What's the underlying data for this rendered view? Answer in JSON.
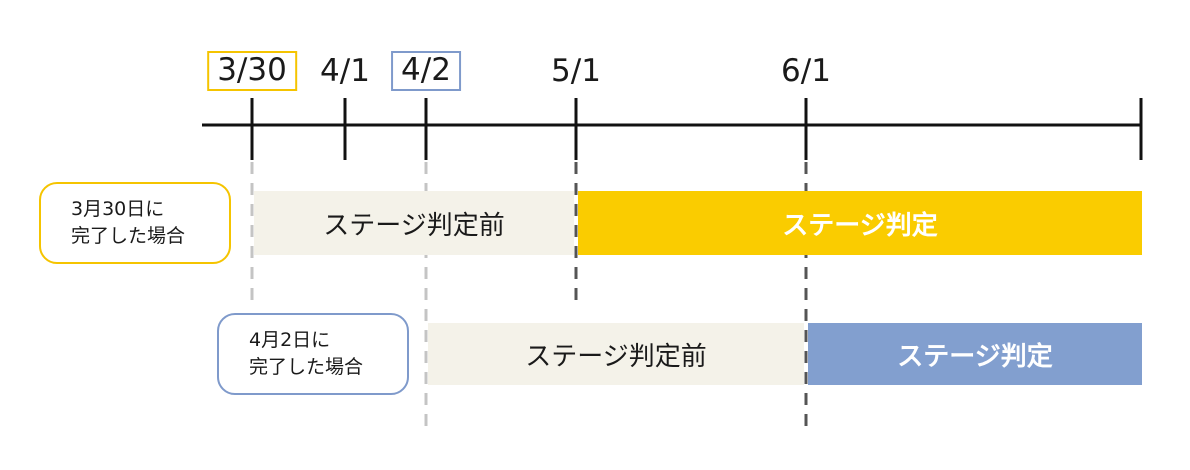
{
  "timeline": {
    "dates": [
      {
        "label": "3/30",
        "highlight": "yellow"
      },
      {
        "label": "4/1",
        "highlight": ""
      },
      {
        "label": "4/2",
        "highlight": "blue"
      },
      {
        "label": "5/1",
        "highlight": ""
      },
      {
        "label": "6/1",
        "highlight": ""
      }
    ]
  },
  "cases": [
    {
      "label_line1": "3月30日に",
      "label_line2": "完了した場合",
      "color": "#f5c400",
      "pre_label": "ステージ判定前",
      "judge_label": "ステージ判定",
      "judge_color": "#facc00"
    },
    {
      "label_line1": "4月2日に",
      "label_line2": "完了した場合",
      "color": "#7f9acb",
      "pre_label": "ステージ判定前",
      "judge_label": "ステージ判定",
      "judge_color": "#829fcf"
    }
  ],
  "colors": {
    "axis": "#111111",
    "dashed_light": "#c4c4c4",
    "dashed_dark": "#555555",
    "pre_background": "#f4f2e9"
  }
}
